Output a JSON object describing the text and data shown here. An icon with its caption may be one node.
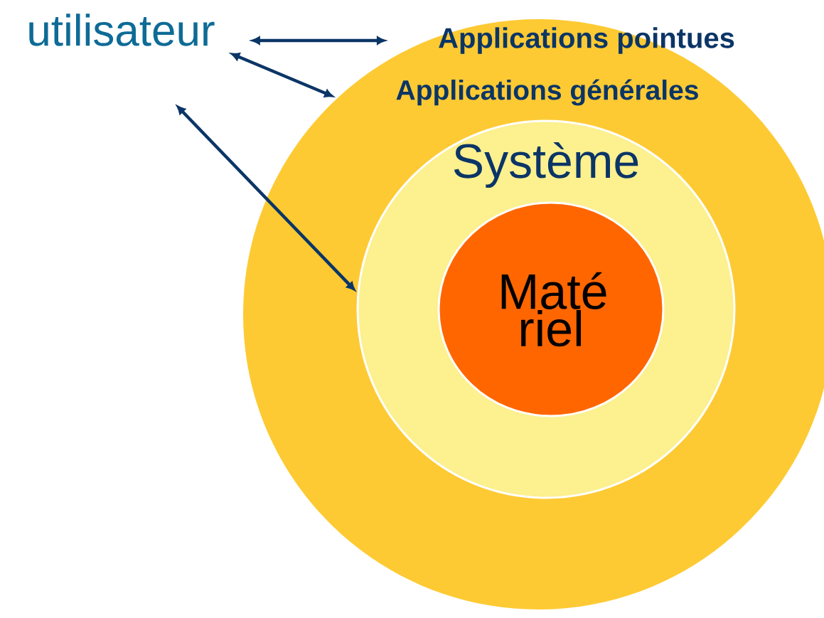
{
  "diagram": {
    "nodes": [
      {
        "text": [
          "utilisateur"
        ]
      },
      {
        "text": [
          "Applications générales"
        ]
      },
      {
        "text": [
          "Applications pointues"
        ],
        "in": 1
      },
      {
        "text": [
          "Système"
        ],
        "in": 1
      },
      {
        "text": [
          "Maté riel"
        ],
        "in": 3
      }
    ],
    "edges": [
      {
        "from": 0,
        "to": 2,
        "arrow": "both"
      },
      {
        "from": 0,
        "to": 1,
        "arrow": "both"
      },
      {
        "from": 0,
        "to": 3,
        "arrow": "both"
      }
    ]
  }
}
